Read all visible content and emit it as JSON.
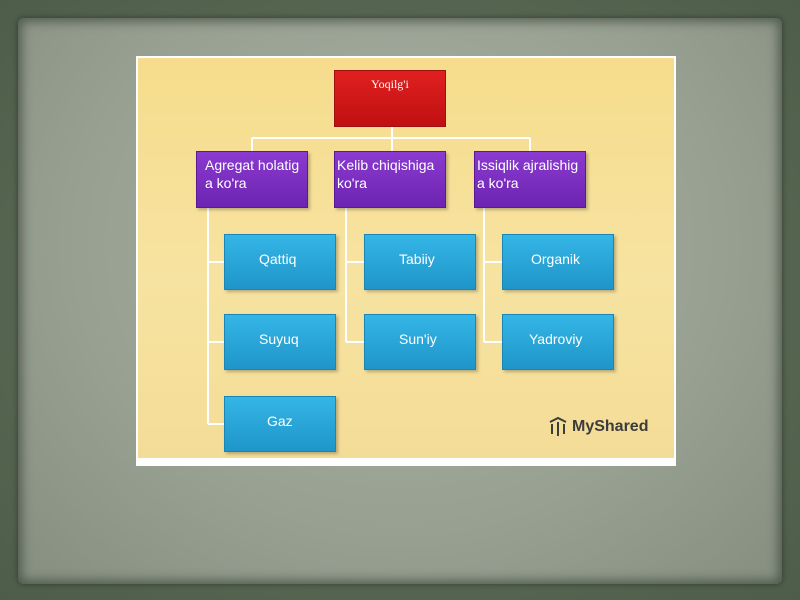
{
  "diagram": {
    "root": "Yoqilg'i",
    "categories": [
      {
        "label": "Agregat holatiga ko'ra",
        "children": [
          "Qattiq",
          "Suyuq",
          "Gaz"
        ]
      },
      {
        "label": "Kelib chiqishiga ko'ra",
        "children": [
          "Tabiiy",
          "Sun'iy"
        ]
      },
      {
        "label": "Issiqlik ajralishiga ko'ra",
        "children": [
          "Organik",
          "Yadroviy"
        ]
      }
    ]
  },
  "watermark": {
    "text": "MyShared",
    "icon": "myshared-logo-icon"
  },
  "colors": {
    "root_box": "#d01818",
    "category_box": "#7a2ec0",
    "leaf_box": "#28a6d8",
    "slide_background": "#f6dc8c"
  }
}
